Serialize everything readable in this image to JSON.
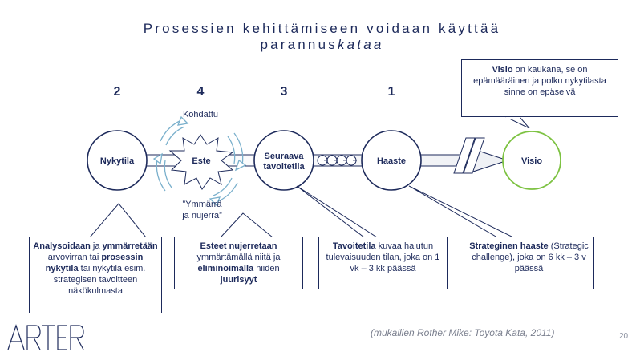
{
  "title": {
    "line1": "Prosessien kehittämiseen voidaan käyttää",
    "line2_prefix": "parannus",
    "line2_italic": "kataa"
  },
  "steps": {
    "nykytila": "2",
    "este": "4",
    "seuraava": "3",
    "haaste": "1"
  },
  "nodes": {
    "nykytila": "Nykytila",
    "este": "Este",
    "seuraava_line1": "Seuraava",
    "seuraava_line2": "tavoitetila",
    "haaste": "Haaste",
    "visio": "Visio"
  },
  "este_labels": {
    "top": "Kohdattu",
    "bottom_line1": "”Ymmärrä",
    "bottom_line2": "ja nujerra”"
  },
  "callouts": {
    "visio": {
      "b1": "Visio",
      "t1": " on kaukana, se on epämääräinen ja polku nykytilasta sinne on epäselvä"
    },
    "nykytila": {
      "b1": "Analysoidaan",
      "t1": " ja ",
      "b2": "ymmärretään",
      "t2": " arvovirran tai ",
      "b3": "prosessin nykytila",
      "t3": " tai nykytila esim. strategisen tavoitteen näkökulmasta"
    },
    "este": {
      "b1": "Esteet nujerretaan",
      "t1": " ymmärtämällä niitä ja ",
      "b2": "eliminoimalla",
      "t2": " niiden ",
      "b3": "juurisyyt"
    },
    "tavoitetila": {
      "b1": "Tavoitetila",
      "t1": " kuvaa halutun tulevaisuuden tilan, joka on 1 vk – 3 kk päässä"
    },
    "haaste": {
      "b1": "Strateginen haaste",
      "t1": " (Strategic challenge), joka on 6 kk – 3 v päässä"
    }
  },
  "source": "(mukaillen Rother Mike: Toyota Kata, 2011)",
  "page_number": "20",
  "logo": "ARTER",
  "colors": {
    "navy": "#1d2a5b",
    "green": "#7dc242",
    "light_blue": "#7ab0cc"
  }
}
